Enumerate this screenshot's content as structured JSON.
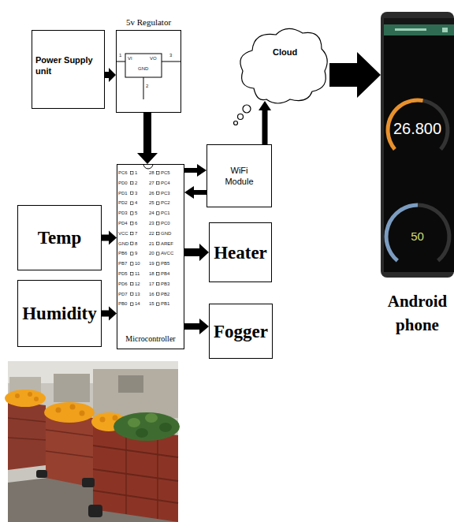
{
  "diagram": {
    "nodes": [
      {
        "text": [
          "Power Supply unit"
        ]
      },
      {
        "text": [
          "5v Regulator"
        ]
      },
      {
        "text": [
          "Cloud"
        ]
      },
      {
        "text": [
          "26.800",
          "50",
          "Android phone"
        ]
      },
      {
        "text": [
          "Microcontroller"
        ]
      },
      {
        "text": [
          "WiFi Module"
        ]
      },
      {
        "text": [
          "Temp"
        ]
      },
      {
        "text": [
          "Heater"
        ]
      },
      {
        "text": [
          "Humidity"
        ]
      },
      {
        "text": [
          "Fogger"
        ]
      }
    ],
    "edges": [
      {
        "from": 0,
        "to": 1,
        "arrow": "to"
      },
      {
        "from": 1,
        "to": 4,
        "arrow": "to"
      },
      {
        "from": 4,
        "to": 5,
        "arrow": "to"
      },
      {
        "from": 5,
        "to": 4,
        "arrow": "to"
      },
      {
        "from": 5,
        "to": 2,
        "arrow": "to"
      },
      {
        "from": 2,
        "to": 3,
        "arrow": "to"
      },
      {
        "from": 6,
        "to": 4,
        "arrow": "to"
      },
      {
        "from": 8,
        "to": 4,
        "arrow": "to"
      },
      {
        "from": 4,
        "to": 7,
        "arrow": "to"
      },
      {
        "from": 4,
        "to": 9,
        "arrow": "to"
      }
    ],
    "labels": [
      "1",
      "VI",
      "VO",
      "3",
      "GND",
      "2",
      "PC6",
      "1",
      "28",
      "PC5",
      "PD0",
      "2",
      "27",
      "PC4",
      "PD1",
      "3",
      "26",
      "PC3",
      "PD2",
      "4",
      "25",
      "PC2",
      "PD3",
      "5",
      "24",
      "PC1",
      "PD4",
      "6",
      "23",
      "PC0",
      "VCC",
      "7",
      "22",
      "GND",
      "GND",
      "8",
      "21",
      "AREF",
      "PB6",
      "9",
      "20",
      "AVCC",
      "PB7",
      "10",
      "19",
      "PB5",
      "PD5",
      "11",
      "18",
      "PB4",
      "PD6",
      "12",
      "17",
      "PB3",
      "PD7",
      "13",
      "16",
      "PB2",
      "PB0",
      "14",
      "15",
      "PB1"
    ]
  }
}
